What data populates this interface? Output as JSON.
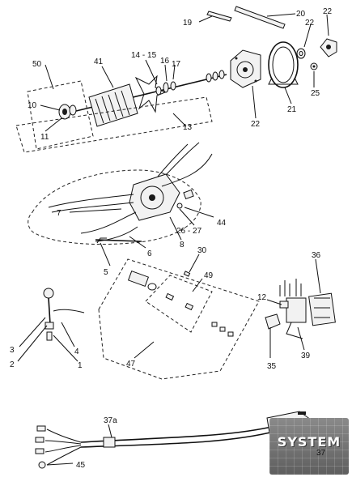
{
  "callouts": {
    "c1": "1",
    "c2": "2",
    "c3": "3",
    "c4": "4",
    "c5": "5",
    "c6": "6",
    "c7": "7",
    "c8": "8",
    "c10": "10",
    "c11": "11",
    "c12": "12",
    "c13": "13",
    "c14_15": "14 - 15",
    "c16": "16",
    "c17": "17",
    "c19": "19",
    "c20": "20",
    "c21": "21",
    "c22a": "22",
    "c22b": "22",
    "c22c": "22",
    "c25": "25",
    "c26_27": "26 - 27",
    "c30": "30",
    "c35": "35",
    "c36": "36",
    "c37": "37",
    "c37a": "37a",
    "c39": "39",
    "c41": "41",
    "c44": "44",
    "c45": "45",
    "c47": "47",
    "c49": "49",
    "c50": "50"
  },
  "watermark": {
    "text": "SYSTEM",
    "color": "#6b6b6b"
  }
}
